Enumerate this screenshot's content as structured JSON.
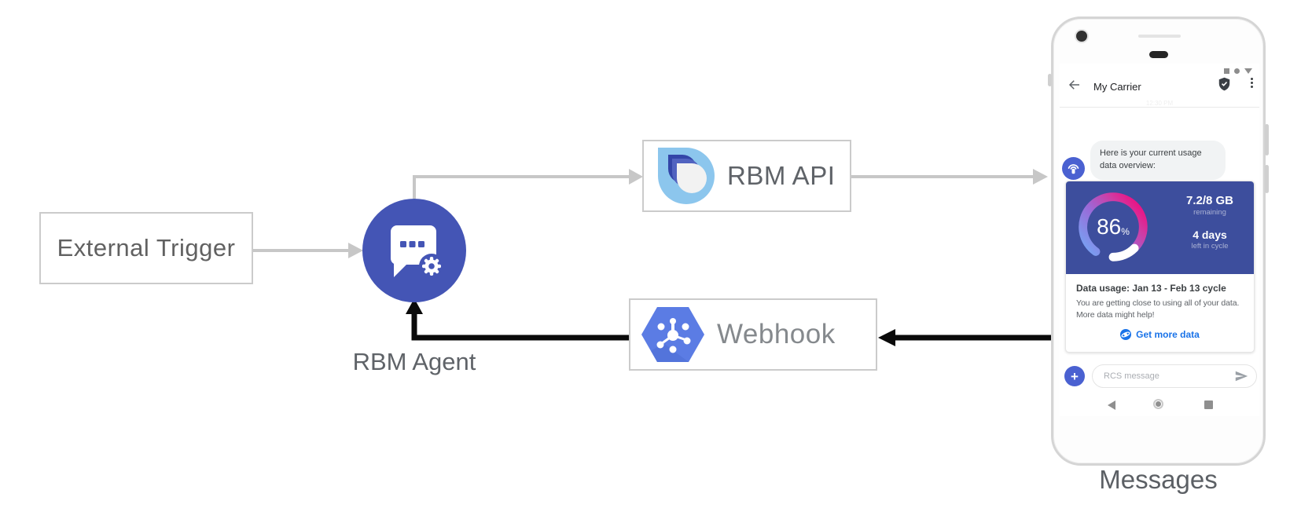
{
  "diagram": {
    "external_trigger_label": "External Trigger",
    "rbm_agent_label": "RBM Agent",
    "rbm_api_label": "RBM API",
    "webhook_label": "Webhook",
    "phone_caption": "Messages"
  },
  "phone": {
    "status_time": "12:30 PM",
    "header": {
      "title": "My Carrier"
    },
    "chat": {
      "agent_message": "Here is your current usage data overview:"
    },
    "card": {
      "gauge_percent": "86",
      "gauge_unit": "%",
      "stat_primary_value": "7.2/8 GB",
      "stat_primary_label": "remaining",
      "stat_secondary_value": "4 days",
      "stat_secondary_label": "left in cycle",
      "title": "Data usage: Jan 13 - Feb 13 cycle",
      "body": "You are getting close to using all of your data. More data might help!",
      "suggestion_label": "Get more data"
    },
    "compose": {
      "placeholder": "RCS message",
      "plus_label": "+"
    }
  },
  "colors": {
    "agent_circle": "#4455b5",
    "card_header_blue": "#3d4e9d",
    "link_blue": "#1a73e8",
    "compose_blue": "#4a61d1",
    "arrow_gray": "#c7c7c7",
    "arrow_black": "#0a0a0a",
    "gauge_gradient_start": "#74a6f4",
    "gauge_gradient_mid": "#9a6ad8",
    "gauge_gradient_end": "#ec1283",
    "gauge_remaining": "#ffffff"
  }
}
